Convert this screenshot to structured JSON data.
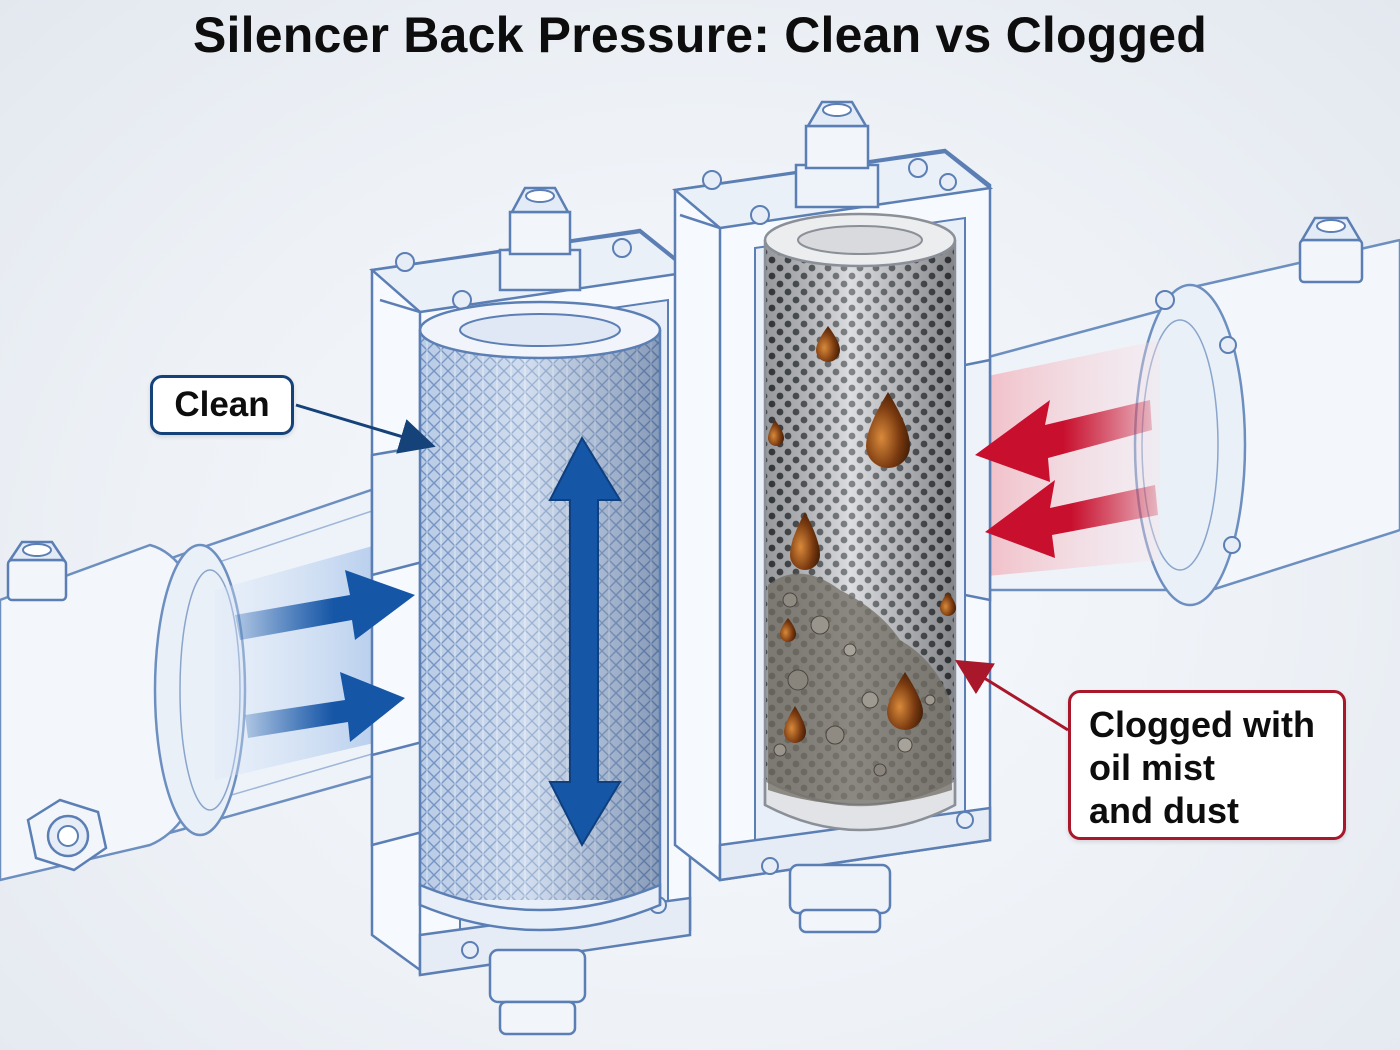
{
  "title": "Silencer Back Pressure: Clean vs Clogged",
  "callouts": {
    "clean": "Clean",
    "clogged": "Clogged with\noil mist\nand dust"
  },
  "colors": {
    "clean_accent": "#1656a6",
    "clogged_accent": "#c8102e",
    "outline": "#5b7fb4",
    "oil": "#7a3a10",
    "dust": "#6f6a62"
  },
  "icons": {
    "clean_flow": "arrow-right-icon",
    "clean_bidirectional": "arrow-up-down-icon",
    "clogged_flow": "arrow-left-icon"
  }
}
